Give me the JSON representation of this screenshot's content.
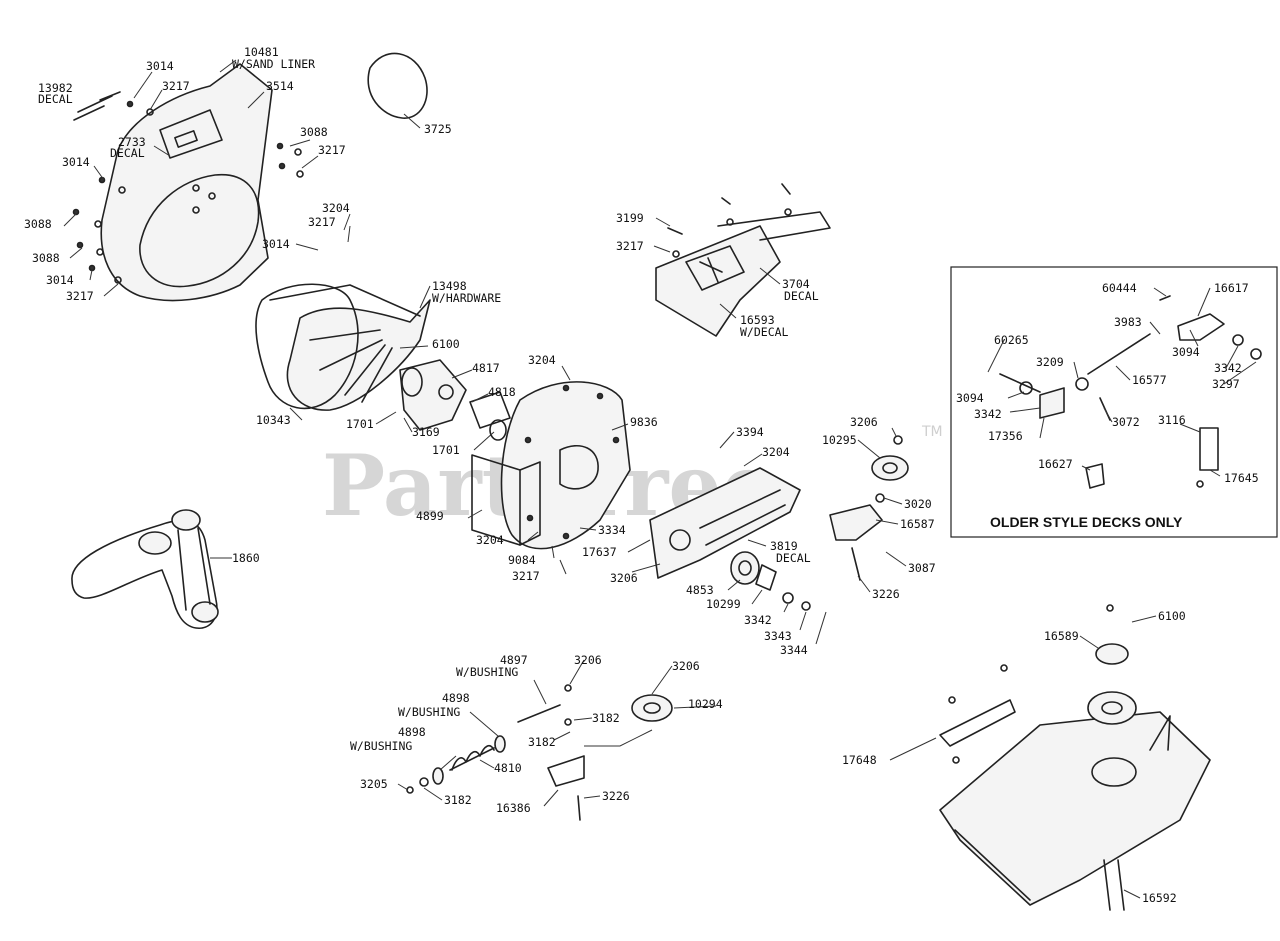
{
  "watermark": {
    "text": "PartsTree",
    "trademark": "TM"
  },
  "inset": {
    "title": "OLDER STYLE DECKS ONLY"
  },
  "labels": [
    {
      "id": "l1",
      "text": "3014"
    },
    {
      "id": "l2",
      "text": "10481"
    },
    {
      "id": "l3",
      "text": "W/SAND LINER"
    },
    {
      "id": "l4",
      "text": "13982"
    },
    {
      "id": "l5",
      "text": "DECAL"
    },
    {
      "id": "l6",
      "text": "3217"
    },
    {
      "id": "l7",
      "text": "3514"
    },
    {
      "id": "l8",
      "text": "3725"
    },
    {
      "id": "l9",
      "text": "2733"
    },
    {
      "id": "l10",
      "text": "DECAL"
    },
    {
      "id": "l11",
      "text": "3088"
    },
    {
      "id": "l12",
      "text": "3217"
    },
    {
      "id": "l13",
      "text": "3014"
    },
    {
      "id": "l14",
      "text": "3088"
    },
    {
      "id": "l15",
      "text": "3204"
    },
    {
      "id": "l16",
      "text": "3217"
    },
    {
      "id": "l17",
      "text": "3014"
    },
    {
      "id": "l18",
      "text": "3088"
    },
    {
      "id": "l19",
      "text": "3014"
    },
    {
      "id": "l20",
      "text": "3217"
    },
    {
      "id": "l21",
      "text": "13498"
    },
    {
      "id": "l22",
      "text": "W/HARDWARE"
    },
    {
      "id": "l23",
      "text": "6100"
    },
    {
      "id": "l24",
      "text": "4817"
    },
    {
      "id": "l25",
      "text": "4818"
    },
    {
      "id": "l26",
      "text": "10343"
    },
    {
      "id": "l27",
      "text": "1701"
    },
    {
      "id": "l28",
      "text": "3169"
    },
    {
      "id": "l29",
      "text": "1701"
    },
    {
      "id": "l30",
      "text": "3204"
    },
    {
      "id": "l31",
      "text": "9836"
    },
    {
      "id": "l32",
      "text": "3394"
    },
    {
      "id": "l33",
      "text": "3204"
    },
    {
      "id": "l34",
      "text": "3206"
    },
    {
      "id": "l35",
      "text": "10295"
    },
    {
      "id": "l36",
      "text": "3020"
    },
    {
      "id": "l37",
      "text": "16587"
    },
    {
      "id": "l38",
      "text": "3087"
    },
    {
      "id": "l39",
      "text": "3226"
    },
    {
      "id": "l40",
      "text": "4899"
    },
    {
      "id": "l41",
      "text": "3204"
    },
    {
      "id": "l42",
      "text": "9084"
    },
    {
      "id": "l43",
      "text": "3217"
    },
    {
      "id": "l44",
      "text": "3334"
    },
    {
      "id": "l45",
      "text": "17637"
    },
    {
      "id": "l46",
      "text": "3206"
    },
    {
      "id": "l47",
      "text": "3819"
    },
    {
      "id": "l48",
      "text": "DECAL"
    },
    {
      "id": "l49",
      "text": "4853"
    },
    {
      "id": "l50",
      "text": "10299"
    },
    {
      "id": "l51",
      "text": "3342"
    },
    {
      "id": "l52",
      "text": "3343"
    },
    {
      "id": "l53",
      "text": "3344"
    },
    {
      "id": "l54",
      "text": "1860"
    },
    {
      "id": "l55",
      "text": "3199"
    },
    {
      "id": "l56",
      "text": "3217"
    },
    {
      "id": "l57",
      "text": "3704"
    },
    {
      "id": "l58",
      "text": "DECAL"
    },
    {
      "id": "l59",
      "text": "16593"
    },
    {
      "id": "l60",
      "text": "W/DECAL"
    },
    {
      "id": "l61",
      "text": "60444"
    },
    {
      "id": "l62",
      "text": "16617"
    },
    {
      "id": "l63",
      "text": "3983"
    },
    {
      "id": "l64",
      "text": "60265"
    },
    {
      "id": "l65",
      "text": "3209"
    },
    {
      "id": "l66",
      "text": "3094"
    },
    {
      "id": "l67",
      "text": "3342"
    },
    {
      "id": "l68",
      "text": "3094"
    },
    {
      "id": "l69",
      "text": "16577"
    },
    {
      "id": "l70",
      "text": "3342"
    },
    {
      "id": "l71",
      "text": "3297"
    },
    {
      "id": "l72",
      "text": "17356"
    },
    {
      "id": "l73",
      "text": "3072"
    },
    {
      "id": "l74",
      "text": "3116"
    },
    {
      "id": "l75",
      "text": "16627"
    },
    {
      "id": "l76",
      "text": "17645"
    },
    {
      "id": "l77",
      "text": "4897"
    },
    {
      "id": "l78",
      "text": "W/BUSHING"
    },
    {
      "id": "l79",
      "text": "3206"
    },
    {
      "id": "l80",
      "text": "3206"
    },
    {
      "id": "l81",
      "text": "10294"
    },
    {
      "id": "l82",
      "text": "4898"
    },
    {
      "id": "l83",
      "text": "W/BUSHING"
    },
    {
      "id": "l84",
      "text": "3182"
    },
    {
      "id": "l85",
      "text": "3182"
    },
    {
      "id": "l86",
      "text": "4898"
    },
    {
      "id": "l87",
      "text": "W/BUSHING"
    },
    {
      "id": "l88",
      "text": "4810"
    },
    {
      "id": "l89",
      "text": "3205"
    },
    {
      "id": "l90",
      "text": "3182"
    },
    {
      "id": "l91",
      "text": "16386"
    },
    {
      "id": "l92",
      "text": "3226"
    },
    {
      "id": "l93",
      "text": "6100"
    },
    {
      "id": "l94",
      "text": "16589"
    },
    {
      "id": "l95",
      "text": "17648"
    },
    {
      "id": "l96",
      "text": "16592"
    }
  ]
}
